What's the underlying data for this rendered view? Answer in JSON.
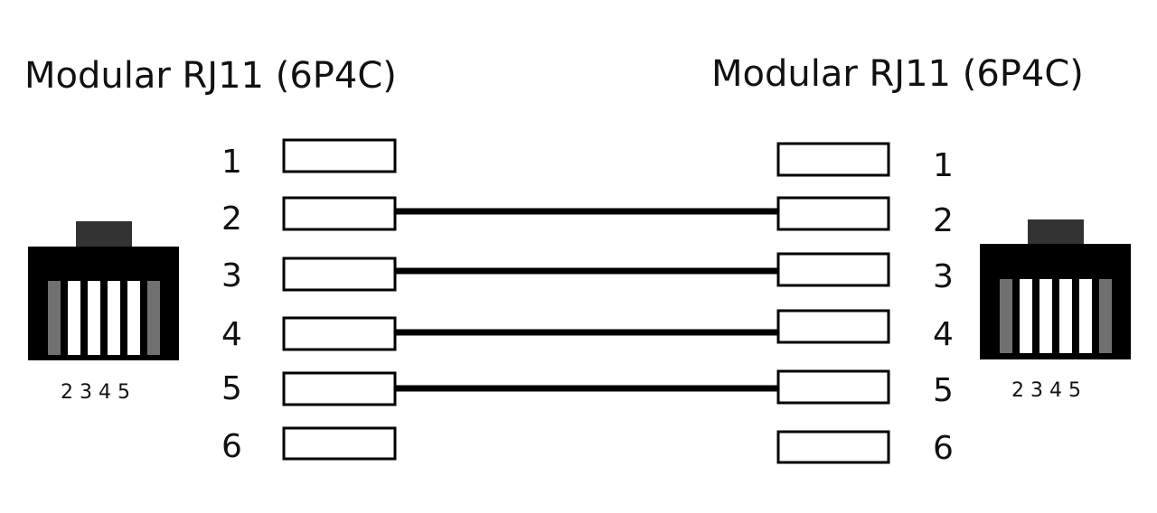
{
  "left_connector": {
    "title": "Modular RJ11 (6P4C)",
    "contact_labels": "2 3 4 5",
    "pins": [
      "1",
      "2",
      "3",
      "4",
      "5",
      "6"
    ]
  },
  "right_connector": {
    "title": "Modular RJ11 (6P4C)",
    "contact_labels": "2 3 4 5",
    "pins": [
      "1",
      "2",
      "3",
      "4",
      "5",
      "6"
    ]
  },
  "wired_pins": [
    "2",
    "3",
    "4",
    "5"
  ],
  "colors": {
    "ink": "#000000",
    "plug_body": "#000000",
    "plug_latch": "#333333",
    "unused_contact": "#707070",
    "used_contact": "#ffffff"
  }
}
